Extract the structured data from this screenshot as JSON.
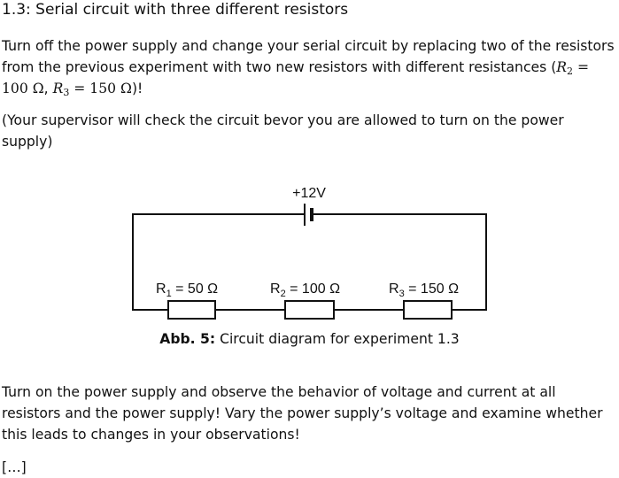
{
  "heading": "1.3: Serial circuit with three different resistors",
  "p1": {
    "text_before": "Turn off the power supply and change your serial circuit by replacing two of the resistors from the previous experiment with two new resistors with different resistances (",
    "r2_var": "R",
    "r2_sub": "2",
    "r2_eq": " = 100 Ω",
    "sep": ", ",
    "r3_var": "R",
    "r3_sub": "3",
    "r3_eq": " = 150 Ω",
    "text_after": ")!"
  },
  "p2": "(Your supervisor will check the circuit bevor you are allowed to turn on the power supply)",
  "circuit": {
    "voltage_label": "+12V",
    "resistors": [
      {
        "symbol": "R",
        "sub": "1",
        "value": " = 50 Ω"
      },
      {
        "symbol": "R",
        "sub": "2",
        "value": " = 100 Ω"
      },
      {
        "symbol": "R",
        "sub": "3",
        "value": " = 150 Ω"
      }
    ]
  },
  "caption": {
    "label": "Abb. 5:",
    "text": " Circuit diagram for experiment 1.3"
  },
  "p3": "Turn on the power supply and observe the behavior of voltage and current at all resistors and the power supply! Vary the power supply’s voltage and examine whether this leads to changes in your observations!",
  "p4": "[…]"
}
